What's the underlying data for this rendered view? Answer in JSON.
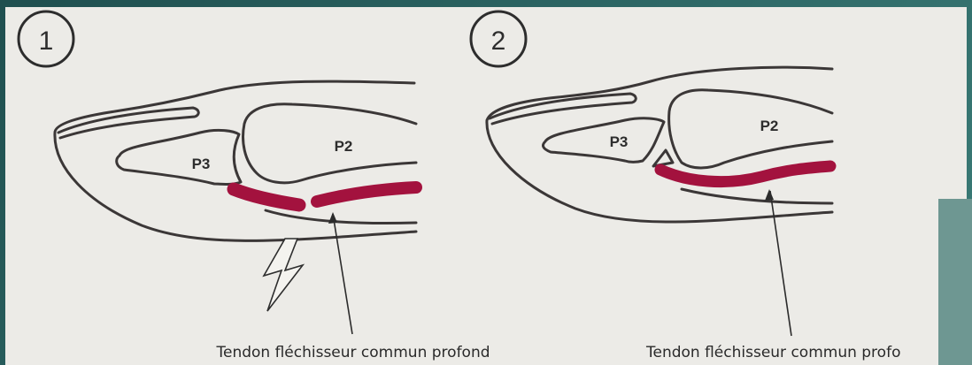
{
  "panels": [
    {
      "number": "1",
      "labels": {
        "distal_phalanx": "P3",
        "middle_phalanx": "P2"
      },
      "caption": "Tendon fléchisseur commun profond"
    },
    {
      "number": "2",
      "labels": {
        "distal_phalanx": "P3",
        "middle_phalanx": "P2"
      },
      "caption": "Tendon fléchisseur commun profo"
    }
  ],
  "colors": {
    "tendon": "#a3123e",
    "ink": "#3b3737",
    "paper": "#ecebe7",
    "slide_background": "#2f6a68"
  },
  "icons": {
    "trauma_marker": "lightning-bolt-icon"
  }
}
